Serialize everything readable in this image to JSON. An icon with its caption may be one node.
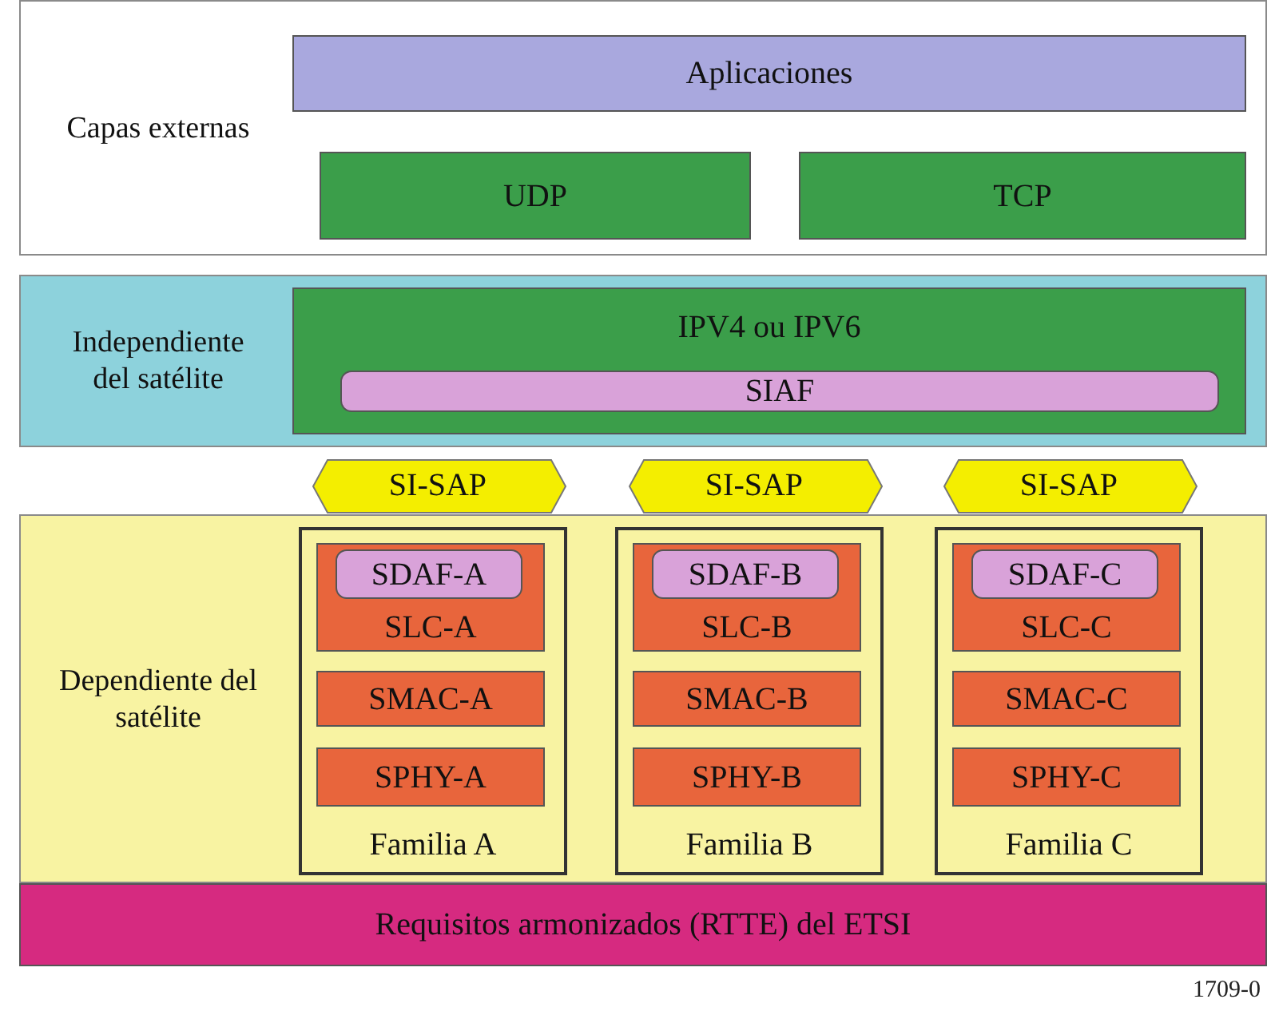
{
  "diagram": {
    "nodes": [
      {
        "text": [
          "Capas externas"
        ]
      },
      {
        "text": [
          "Aplicaciones"
        ],
        "in": 0
      },
      {
        "text": [
          "UDP"
        ],
        "in": 0
      },
      {
        "text": [
          "TCP"
        ],
        "in": 0
      },
      {
        "text": [
          "Independiente del satélite"
        ]
      },
      {
        "text": [
          "IPV4 ou IPV6"
        ],
        "in": 4
      },
      {
        "text": [
          "SIAF"
        ],
        "in": 5
      },
      {
        "text": [
          "SI-SAP"
        ]
      },
      {
        "text": [
          "SI-SAP"
        ]
      },
      {
        "text": [
          "SI-SAP"
        ]
      },
      {
        "text": [
          "Dependiente del satélite"
        ]
      },
      {
        "text": [
          "Familia A"
        ],
        "in": 10
      },
      {
        "text": [
          "SLC-A"
        ],
        "in": 11
      },
      {
        "text": [
          "SDAF-A"
        ],
        "in": 12
      },
      {
        "text": [
          "SMAC-A"
        ],
        "in": 11
      },
      {
        "text": [
          "SPHY-A"
        ],
        "in": 11
      },
      {
        "text": [
          "Familia B"
        ],
        "in": 10
      },
      {
        "text": [
          "SLC-B"
        ],
        "in": 16
      },
      {
        "text": [
          "SDAF-B"
        ],
        "in": 17
      },
      {
        "text": [
          "SMAC-B"
        ],
        "in": 16
      },
      {
        "text": [
          "SPHY-B"
        ],
        "in": 16
      },
      {
        "text": [
          "Familia C"
        ],
        "in": 10
      },
      {
        "text": [
          "SLC-C"
        ],
        "in": 21
      },
      {
        "text": [
          "SDAF-C"
        ],
        "in": 22
      },
      {
        "text": [
          "SMAC-C"
        ],
        "in": 21
      },
      {
        "text": [
          "SPHY-C"
        ],
        "in": 21
      },
      {
        "text": [
          "Requisitos armonizados (RTTE) del ETSI"
        ]
      }
    ],
    "labels": [
      "1709-0"
    ]
  }
}
